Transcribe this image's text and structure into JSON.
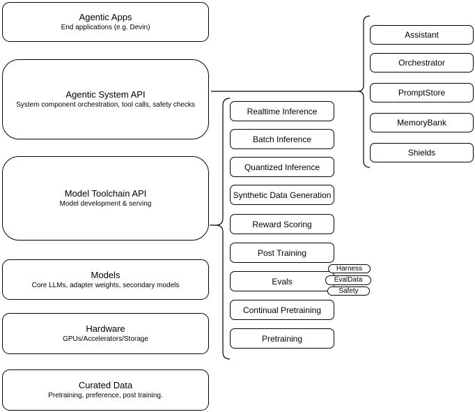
{
  "left_stack": [
    {
      "title": "Agentic Apps",
      "subtitle": "End applications (e.g. Devin)"
    },
    {
      "title": "Agentic System API",
      "subtitle": "System component orchestration, tool calls, safety checks"
    },
    {
      "title": "Model Toolchain API",
      "subtitle": "Model development & serving"
    },
    {
      "title": "Models",
      "subtitle": "Core LLMs, adapter weights, secondary models"
    },
    {
      "title": "Hardware",
      "subtitle": "GPUs/Accelerators/Storage"
    },
    {
      "title": "Curated Data",
      "subtitle": "Pretraining, preference, post training."
    }
  ],
  "toolchain_components": [
    "Realtime Inference",
    "Batch Inference",
    "Quantized Inference",
    "Synthetic Data Generation",
    "Reward Scoring",
    "Post Training",
    "Evals",
    "Continual Pretraining",
    "Pretraining"
  ],
  "evals_tags": [
    "Harness",
    "EvalData",
    "Safety"
  ],
  "system_components": [
    "Assistant",
    "Orchestrator",
    "PromptStore",
    "MemoryBank",
    "Shields"
  ],
  "colors": {
    "stroke": "#000000",
    "background": "#ffffff"
  }
}
